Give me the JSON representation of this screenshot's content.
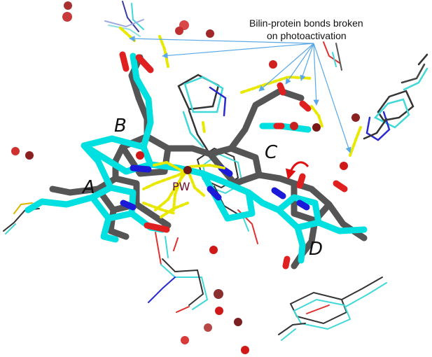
{
  "annotation": {
    "line1": "Bilin-protein bonds broken",
    "line2": "on photoactivation"
  },
  "rings": {
    "a": "A",
    "b": "B",
    "c": "C",
    "d": "D"
  },
  "pyrrole_water": "PW",
  "colors": {
    "active_state": "#00e0e0",
    "dark_state": "#555555",
    "nitrogen": "#1a1ad8",
    "oxygen": "#e02020",
    "sulfur": "#d8b800",
    "hbond": "#e8e800",
    "water": "#d01818",
    "arrow_pointer": "#5aa8e8",
    "rotation_arrow": "#e01010"
  }
}
